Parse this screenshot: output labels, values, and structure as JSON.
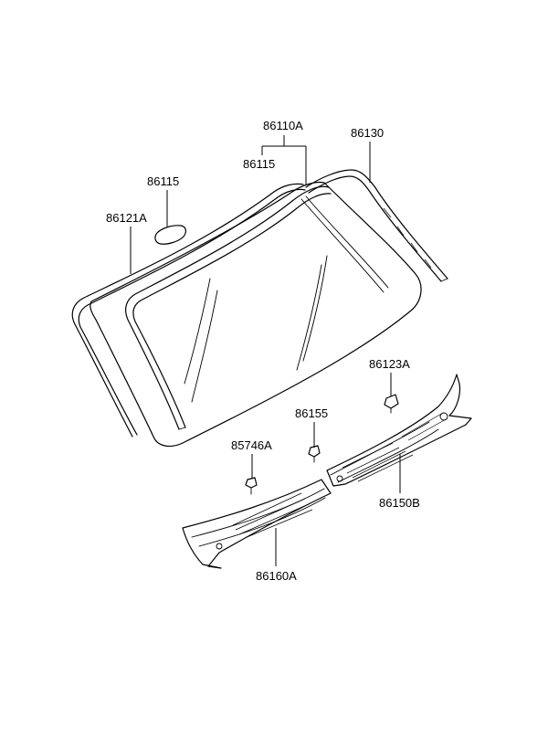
{
  "diagram": {
    "labels": {
      "p86110A": "86110A",
      "p86115_top": "86115",
      "p86130": "86130",
      "p86115_left": "86115",
      "p86121A": "86121A",
      "p86123A": "86123A",
      "p86155": "86155",
      "p85746A": "85746A",
      "p86150B": "86150B",
      "p86160A": "86160A"
    },
    "colors": {
      "line": "#000000",
      "background": "#ffffff"
    }
  }
}
